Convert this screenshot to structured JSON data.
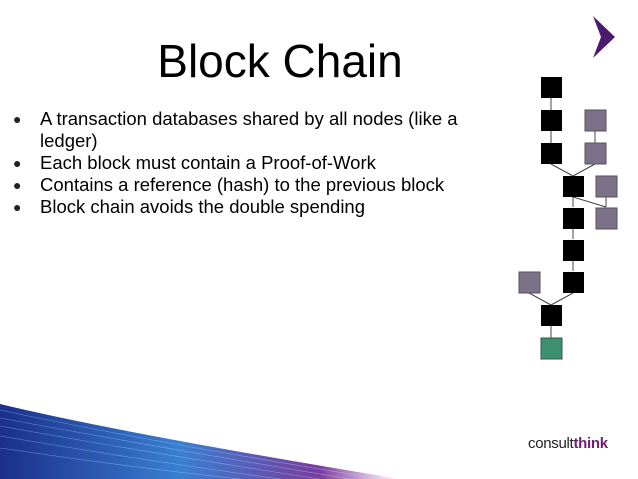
{
  "slide": {
    "title": "Block Chain",
    "bullets": [
      "A transaction databases shared by all nodes (like a ledger)",
      "Each block must contain a Proof-of-Work",
      "Contains a reference (hash) to the previous block",
      "Block chain avoids the double spending"
    ],
    "bullet_glyph": "●"
  },
  "logo": {
    "part1": "consult",
    "part2": "think"
  },
  "colors": {
    "chain_block": "#000000",
    "orphan_block": "#7d718a",
    "pending_block": "#3f8f72",
    "accent_chevron": "#4b1a6e"
  },
  "icons": [
    "chevron-right-icon",
    "swoosh-decoration"
  ]
}
